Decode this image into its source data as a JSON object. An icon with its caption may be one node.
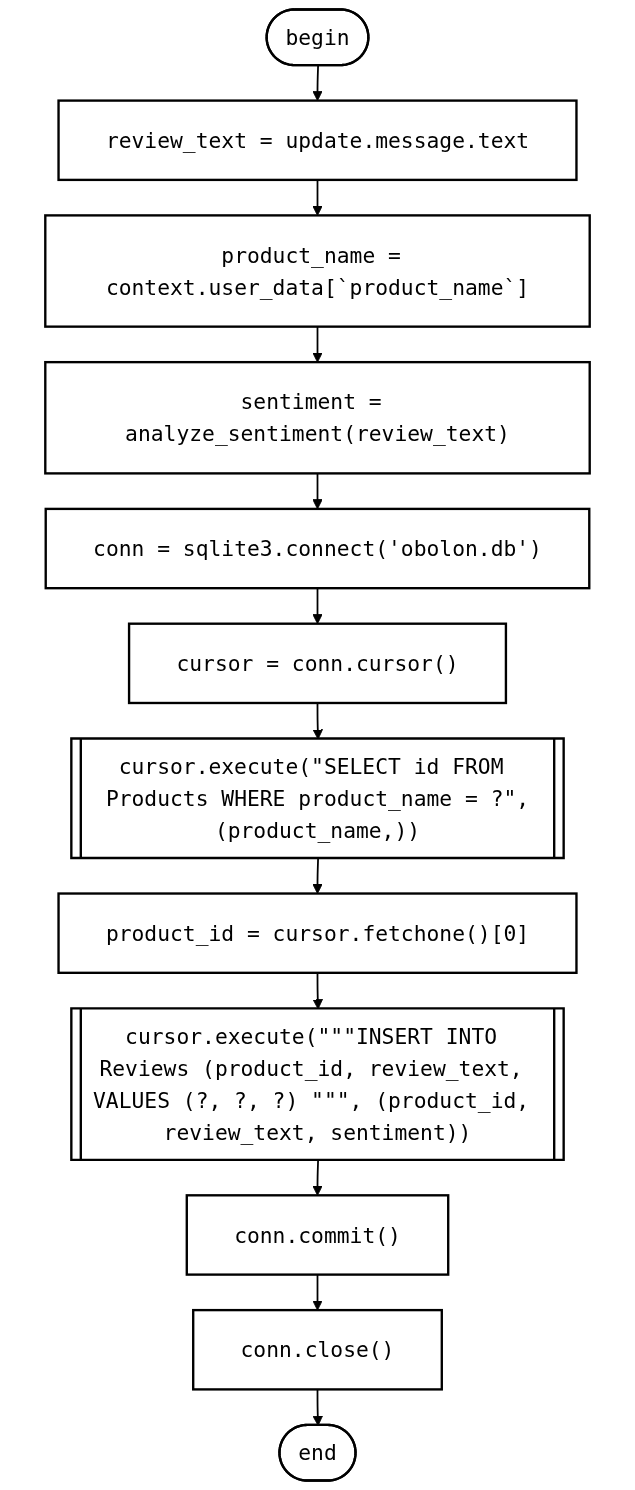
{
  "diagram": {
    "nodes": [
      {
        "text": [
          "begin"
        ]
      },
      {
        "text": [
          "review_text = update.message.text"
        ]
      },
      {
        "text": [
          "product_name = context.user_data[`product_name`]"
        ]
      },
      {
        "text": [
          "sentiment = analyze_sentiment(review_text)"
        ]
      },
      {
        "text": [
          "conn = sqlite3.connect('obolon.db')"
        ]
      },
      {
        "text": [
          "cursor = conn.cursor()"
        ]
      },
      {
        "text": [
          "cursor.execute(\"SELECT id FROM Products WHERE product_name = ?\",(product_name,))"
        ]
      },
      {
        "text": [
          "product_id = cursor.fetchone()[0]"
        ]
      },
      {
        "text": [
          "cursor.execute(\"\"\"INSERT INTO Reviews (product_id, review_text, VALUES (?, ?, ?) \"\"\", (product_id, review_text, sentiment))"
        ]
      },
      {
        "text": [
          "conn.commit()"
        ]
      },
      {
        "text": [
          "conn.close()"
        ]
      },
      {
        "text": [
          "end"
        ]
      }
    ],
    "edges": [
      {
        "from": 0,
        "to": 1,
        "arrow": "to"
      },
      {
        "from": 1,
        "to": 2,
        "arrow": "to"
      },
      {
        "from": 2,
        "to": 3,
        "arrow": "to"
      },
      {
        "from": 3,
        "to": 4,
        "arrow": "to"
      },
      {
        "from": 4,
        "to": 5,
        "arrow": "to"
      },
      {
        "from": 5,
        "to": 6,
        "arrow": "to"
      },
      {
        "from": 6,
        "to": 7,
        "arrow": "to"
      },
      {
        "from": 7,
        "to": 8,
        "arrow": "to"
      },
      {
        "from": 8,
        "to": 9,
        "arrow": "to"
      },
      {
        "from": 9,
        "to": 10,
        "arrow": "to"
      },
      {
        "from": 10,
        "to": 11,
        "arrow": "to"
      }
    ]
  }
}
